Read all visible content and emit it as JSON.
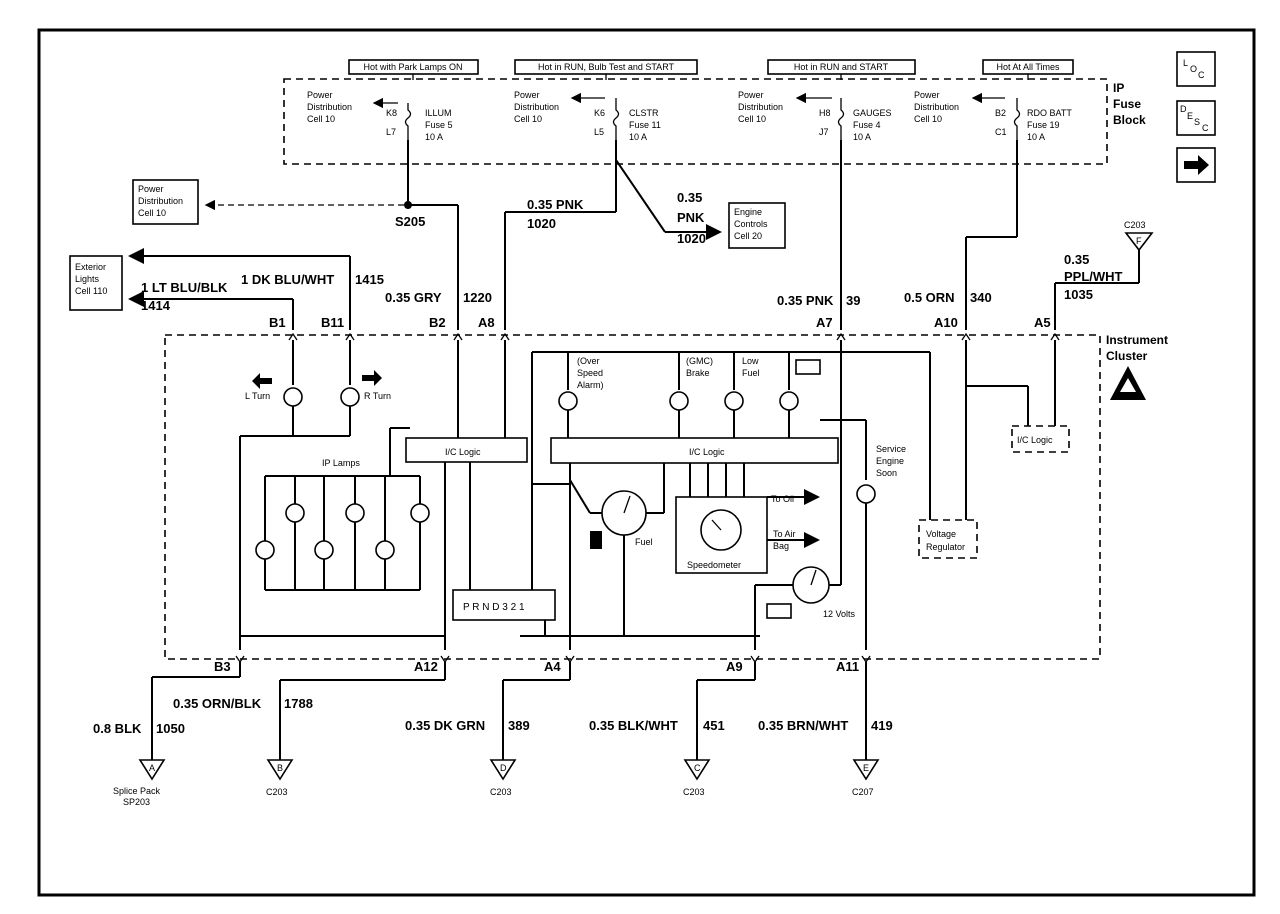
{
  "header_labels": {
    "park": "Hot with Park Lamps ON",
    "run_bulb": "Hot in RUN, Bulb Test and START",
    "run_start": "Hot in RUN and START",
    "always": "Hot At All Times"
  },
  "fuse_block": {
    "line1": "IP",
    "line2": "Fuse",
    "line3": "Block"
  },
  "pd": {
    "l1": "Power",
    "l2": "Distribution",
    "l3": "Cell 10"
  },
  "fuses": [
    {
      "top_pin": "K8",
      "bot_pin": "L7",
      "name": "ILLUM",
      "fuse": "Fuse 5",
      "amp": "10 A"
    },
    {
      "top_pin": "K6",
      "bot_pin": "L5",
      "name": "CLSTR",
      "fuse": "Fuse 11",
      "amp": "10 A"
    },
    {
      "top_pin": "H8",
      "bot_pin": "J7",
      "name": "GAUGES",
      "fuse": "Fuse 4",
      "amp": "10 A"
    },
    {
      "top_pin": "B2",
      "bot_pin": "C1",
      "name": "RDO BATT",
      "fuse": "Fuse 19",
      "amp": "10 A"
    }
  ],
  "nav": {
    "loc": "LOC",
    "desc": "DESC"
  },
  "wires": {
    "s205": "S205",
    "pnk_1020": "0.35 PNK",
    "pnk_1020_num": "1020",
    "pnk2_a": "0.35",
    "pnk2_b": "PNK",
    "pnk2_num": "1020",
    "gry": "0.35 GRY",
    "gry_num": "1220",
    "dkblu": "1 DK BLU/WHT",
    "dkblu_num": "1415",
    "ltblu": "1 LT BLU/BLK",
    "ltblu_num": "1414",
    "pnk39": "0.35 PNK",
    "pnk39_num": "39",
    "orn": "0.5 ORN",
    "orn_num": "340",
    "ppl_a": "0.35",
    "ppl_b": "PPL/WHT",
    "ppl_num": "1035",
    "blk": "0.8 BLK",
    "blk_num": "1050",
    "ornblk": "0.35 ORN/BLK",
    "ornblk_num": "1788",
    "dkgrn": "0.35 DK GRN",
    "dkgrn_num": "389",
    "blkwht": "0.35 BLK/WHT",
    "blkwht_num": "451",
    "brnwht": "0.35 BRN/WHT",
    "brnwht_num": "419"
  },
  "pins": {
    "B1": "B1",
    "B11": "B11",
    "B2": "B2",
    "A8": "A8",
    "A7": "A7",
    "A10": "A10",
    "A5": "A5",
    "B3": "B3",
    "A12": "A12",
    "A4": "A4",
    "A9": "A9",
    "A11": "A11"
  },
  "refs": {
    "ext1": "Exterior",
    "ext2": "Lights",
    "ext3": "Cell 110",
    "eng1": "Engine",
    "eng2": "Controls",
    "eng3": "Cell 20",
    "c203": "C203",
    "f": "F"
  },
  "cluster": {
    "title1": "Instrument",
    "title2": "Cluster",
    "l_turn": "L Turn",
    "r_turn": "R Turn",
    "ip_lamps": "IP Lamps",
    "ic_logic": "I/C Logic",
    "over1": "(Over",
    "over2": "Speed",
    "over3": "Alarm)",
    "brake1": "(GMC)",
    "brake2": "Brake",
    "low1": "Low",
    "low2": "Fuel",
    "ses1": "Service",
    "ses2": "Engine",
    "ses3": "Soon",
    "to_oil": "To Oil",
    "to_air1": "To Air",
    "to_air2": "Bag",
    "fuel": "Fuel",
    "speedo": "Speedometer",
    "volts": "12 Volts",
    "vr1": "Voltage",
    "vr2": "Regulator",
    "prnd": "P R N D 3 2 1"
  },
  "grounds": [
    {
      "letter": "A",
      "l1": "Splice Pack",
      "l2": "SP203"
    },
    {
      "letter": "B",
      "l1": "C203",
      "l2": ""
    },
    {
      "letter": "D",
      "l1": "C203",
      "l2": ""
    },
    {
      "letter": "C",
      "l1": "C203",
      "l2": ""
    },
    {
      "letter": "E",
      "l1": "C207",
      "l2": ""
    }
  ]
}
